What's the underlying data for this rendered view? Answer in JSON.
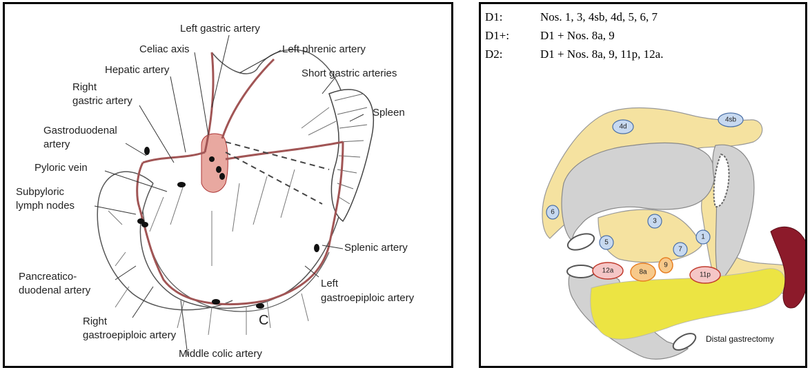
{
  "left_diagram": {
    "labels": {
      "left_gastric_artery": "Left gastric artery",
      "celiac_axis": "Celiac axis",
      "left_phrenic_artery": "Left phrenic artery",
      "hepatic_artery": "Hepatic artery",
      "short_gastric_arteries": "Short gastric arteries",
      "right_gastric_artery_1": "Right",
      "right_gastric_artery_2": "gastric artery",
      "spleen": "Spleen",
      "gastroduodenal_1": "Gastroduodenal",
      "gastroduodenal_2": "artery",
      "pyloric_vein": "Pyloric vein",
      "subpyloric_1": "Subpyloric",
      "subpyloric_2": "lymph nodes",
      "splenic_artery": "Splenic artery",
      "pancreatico_1": "Pancreatico-",
      "pancreatico_2": "duodenal artery",
      "left_gastroepiploic_1": "Left",
      "left_gastroepiploic_2": "gastroepiploic artery",
      "right_gastroepiploic_1": "Right",
      "right_gastroepiploic_2": "gastroepiploic artery",
      "middle_colic_artery": "Middle colic artery",
      "c_marker": "C"
    }
  },
  "right_diagram": {
    "legend": [
      {
        "key": "D1:",
        "value": "Nos. 1, 3, 4sb, 4d, 5, 6, 7"
      },
      {
        "key": "D1+:",
        "value": "D1 + Nos. 8a, 9"
      },
      {
        "key": "D2:",
        "value": "D1 + Nos. 8a, 9, 11p, 12a."
      }
    ],
    "nodes": {
      "n4d": "4d",
      "n4sb": "4sb",
      "n6": "6",
      "n3": "3",
      "n1": "1",
      "n5": "5",
      "n7": "7",
      "n12a": "12a",
      "n8a": "8a",
      "n9": "9",
      "n11p": "11p"
    },
    "caption": "Distal gastrectomy",
    "colors": {
      "yellow_region": "#f5e2a0",
      "stomach_gray": "#d2d2d2",
      "pancreas": "#ece443",
      "spleen": "#8c1a2a",
      "d1_node": "#c7d9f0",
      "d1plus_node": "#f7c98a",
      "d2_node": "#f5c6c6"
    }
  }
}
